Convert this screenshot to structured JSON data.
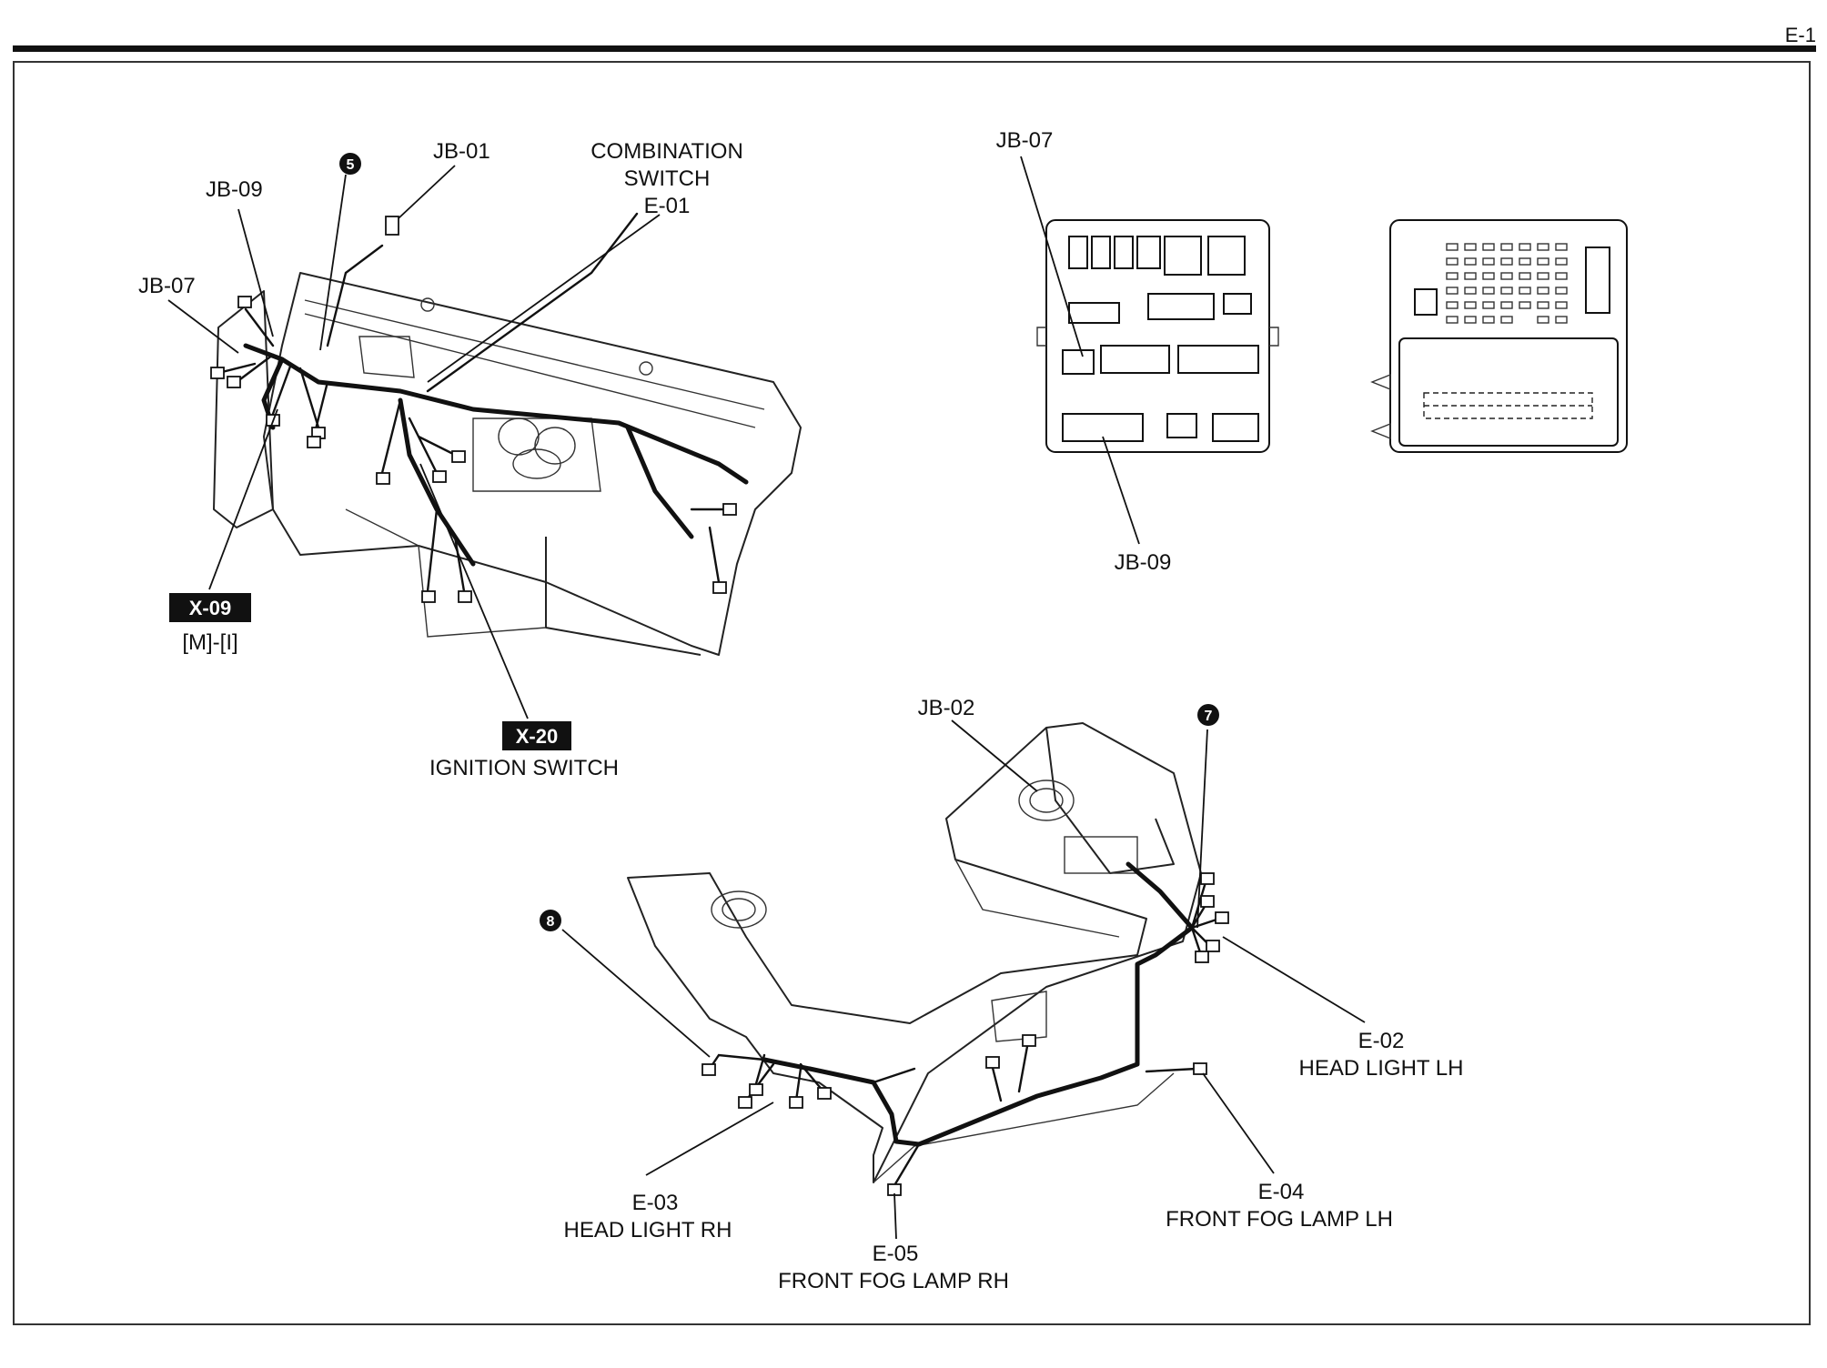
{
  "page": {
    "id": "E-1"
  },
  "labels": {
    "jb01": "JB-01",
    "jb09_dash": "JB-09",
    "jb07_dash": "JB-07",
    "num5": "5",
    "comb_l1": "COMBINATION",
    "comb_l2": "SWITCH",
    "comb_l3": "E-01",
    "x09": "X-09",
    "x09_sub": "[M]-[I]",
    "x20": "X-20",
    "x20_sub": "IGNITION SWITCH",
    "jb07_box": "JB-07",
    "jb09_box": "JB-09",
    "jb02": "JB-02",
    "num7": "7",
    "num8": "8",
    "e02": "E-02",
    "e02_sub": "HEAD LIGHT LH",
    "e03": "E-03",
    "e03_sub": "HEAD LIGHT RH",
    "e04": "E-04",
    "e04_sub": "FRONT FOG LAMP LH",
    "e05": "E-05",
    "e05_sub": "FRONT FOG LAMP RH"
  }
}
